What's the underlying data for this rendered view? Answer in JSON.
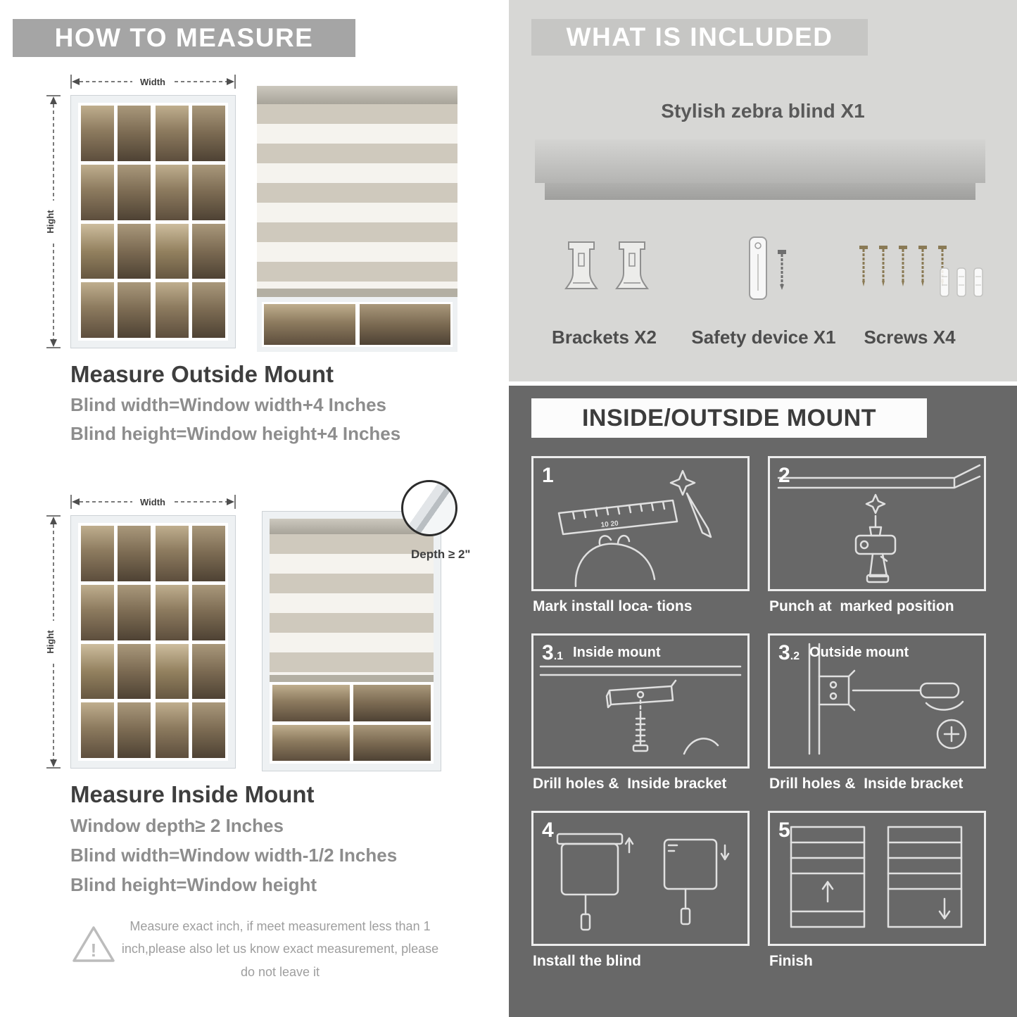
{
  "colors": {
    "left_banner_bg": "#a5a5a5",
    "right_panel_bg": "#d7d7d5",
    "right_banner_bg": "#c6c6c4",
    "dark_panel_bg": "#686868",
    "heading_text": "#3e3e3e",
    "body_text": "#8d8d8d"
  },
  "left": {
    "header": "HOW TO MEASURE",
    "diagram_labels": {
      "width": "Width",
      "height": "Hight",
      "depth": "Depth ≥ 2\""
    },
    "outside_mount": {
      "title": "Measure Outside Mount",
      "lines": [
        "Blind width=Window width+4 Inches",
        "Blind height=Window height+4 Inches"
      ]
    },
    "inside_mount": {
      "title": "Measure Inside Mount",
      "lines": [
        "Window depth≥ 2 Inches",
        "Blind width=Window width-1/2 Inches",
        "Blind height=Window height"
      ]
    },
    "warning_mark": "!",
    "note": "Measure exact inch, if meet measurement less than 1 inch,please also let us know exact measurement, please do not leave it"
  },
  "included": {
    "header": "WHAT IS INCLUDED",
    "product": "Stylish zebra blind X1",
    "items": [
      {
        "label": "Brackets X2"
      },
      {
        "label": "Safety device X1"
      },
      {
        "label": "Screws X4"
      }
    ]
  },
  "mount": {
    "header": "INSIDE/OUTSIDE MOUNT",
    "steps": [
      {
        "num": "1",
        "caption": "Mark install loca- tions",
        "ruler_text": "10  20"
      },
      {
        "num": "2",
        "caption": "Punch at  marked position"
      },
      {
        "num": "3",
        "sub": ".1",
        "label": "Inside mount",
        "caption": "Drill holes &  Inside bracket"
      },
      {
        "num": "3",
        "sub": ".2",
        "label": "Outside mount",
        "caption": "Drill holes &  Inside bracket"
      },
      {
        "num": "4",
        "caption": "Install the blind"
      },
      {
        "num": "5",
        "caption": "Finish"
      }
    ]
  }
}
